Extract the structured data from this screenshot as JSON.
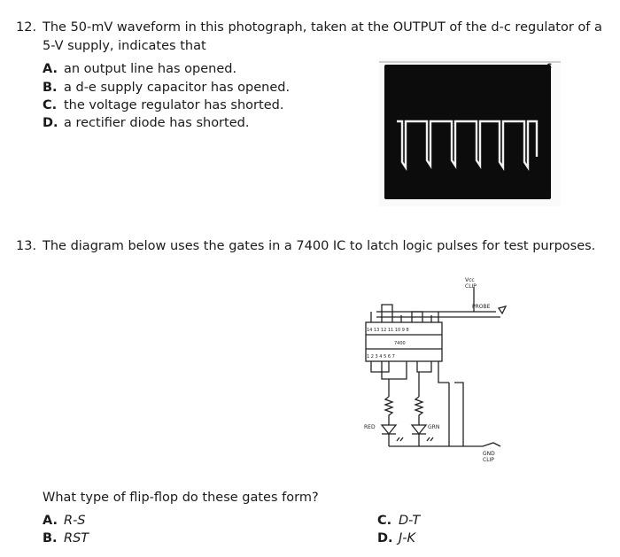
{
  "q12": {
    "number": "12.",
    "stem_line1": "The 50-mV waveform in this photograph, taken at the OUTPUT of the d-c regulator of a",
    "stem_line2": "5-V supply, indicates that",
    "options": [
      {
        "letter": "A.",
        "text": "an output line has opened."
      },
      {
        "letter": "B.",
        "text": "a d-e supply capacitor has opened."
      },
      {
        "letter": "C.",
        "text": "the voltage regulator has shorted."
      },
      {
        "letter": "D.",
        "text": "a rectifier diode has shorted."
      }
    ],
    "photo_glyph": "c"
  },
  "q13": {
    "number": "13.",
    "stem": "The diagram below uses the gates in a 7400 IC to latch logic pulses for test purposes.",
    "diagram": {
      "vcc_label": "Vcc",
      "vcc_clip": "CLIP",
      "probe": "PROBE",
      "top_pins": "14 13 12 11 10 9 8",
      "chip": "7400",
      "bottom_pins": "1 2 3 4 5 6 7",
      "red": "RED",
      "grn": "GRN",
      "gnd": "GND",
      "gnd_clip": "CLIP"
    },
    "question": "What type of flip-flop do these gates form?",
    "options": [
      {
        "letter": "A.",
        "text": "R-S"
      },
      {
        "letter": "B.",
        "text": "RST"
      },
      {
        "letter": "C.",
        "text": "D-T"
      },
      {
        "letter": "D.",
        "text": "J-K"
      }
    ]
  }
}
